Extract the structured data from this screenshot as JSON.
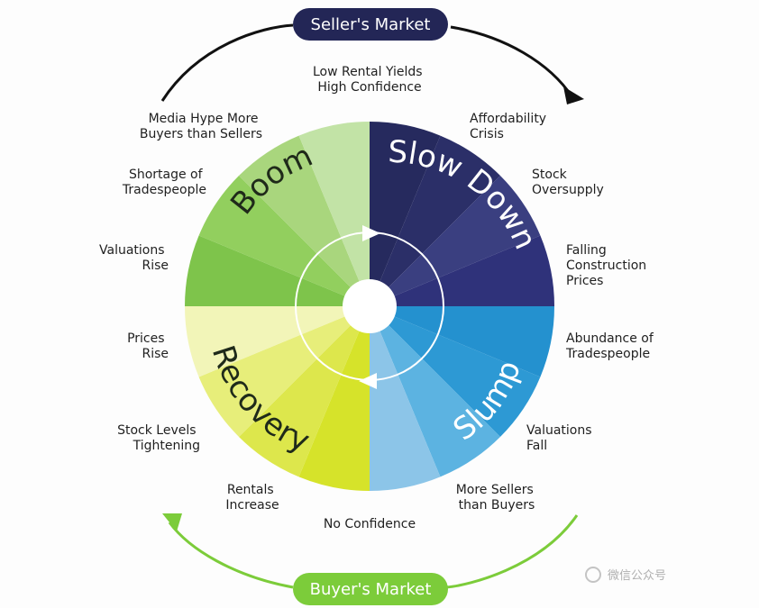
{
  "top_badge": {
    "label": "Seller's Market",
    "color": "#232656"
  },
  "bottom_badge": {
    "label": "Buyer's Market",
    "color": "#7ccc3a"
  },
  "phases": {
    "boom": {
      "label": "Boom",
      "color": "#1f2a1a"
    },
    "slowdown": {
      "label": "Slow Down",
      "color": "#ffffff"
    },
    "slump": {
      "label": "Slump",
      "color": "#ffffff"
    },
    "recovery": {
      "label": "Recovery",
      "color": "#1f2a1a"
    }
  },
  "labels": {
    "low_rental": [
      "Low Rental Yields",
      "High Confidence"
    ],
    "affordability": [
      "Affordability",
      "Crisis"
    ],
    "stock_oversupply": [
      "Stock",
      "Oversupply"
    ],
    "falling_construction": [
      "Falling",
      "Construction",
      "Prices"
    ],
    "abundance": [
      "Abundance of",
      "Tradespeople"
    ],
    "valuations_fall": [
      "Valuations",
      "Fall"
    ],
    "more_sellers": [
      "More Sellers",
      "than Buyers"
    ],
    "no_confidence": [
      "No Confidence"
    ],
    "rentals_increase": [
      "Rentals",
      "Increase"
    ],
    "stock_levels": [
      "Stock Levels",
      "Tightening"
    ],
    "prices_rise": [
      "Prices",
      "Rise"
    ],
    "valuations_rise": [
      "Valuations",
      "Rise"
    ],
    "shortage": [
      "Shortage of",
      "Tradespeople"
    ],
    "media_hype": [
      "Media Hype More",
      "Buyers than Sellers"
    ]
  },
  "segment_colors": [
    "#262a5e",
    "#2b2f68",
    "#3a3f80",
    "#2f327a",
    "#2491cf",
    "#2d99d4",
    "#5cb3e1",
    "#8cc5e8",
    "#d6e32a",
    "#dde74c",
    "#e7ee7a",
    "#f2f5b8",
    "#7ec44b",
    "#92cf5e",
    "#a9d67d",
    "#c2e3a6"
  ],
  "watermark": "微信公众号"
}
